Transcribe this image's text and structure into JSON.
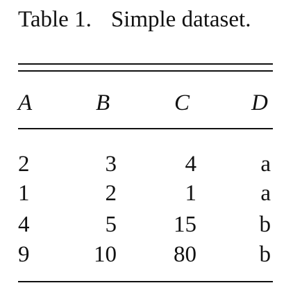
{
  "table": {
    "caption_label": "Table 1.",
    "caption_text": "Simple dataset.",
    "headers": [
      "A",
      "B",
      "C",
      "D"
    ],
    "rows": [
      [
        "2",
        "3",
        "4",
        "a"
      ],
      [
        "1",
        "2",
        "1",
        "a"
      ],
      [
        "4",
        "5",
        "15",
        "b"
      ],
      [
        "9",
        "10",
        "80",
        "b"
      ]
    ]
  }
}
